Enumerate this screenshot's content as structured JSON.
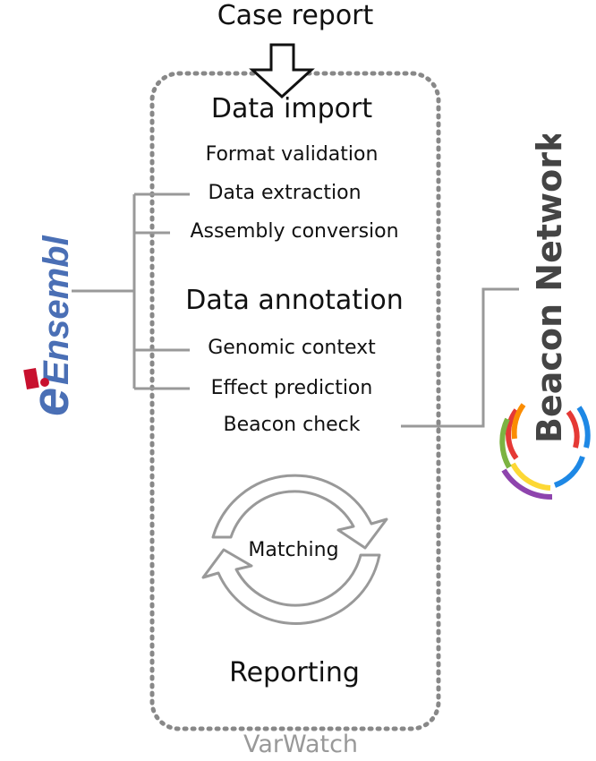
{
  "title": "Case report",
  "system_name": "VarWatch",
  "sections": {
    "import": {
      "title": "Data import",
      "steps": [
        "Format validation",
        "Data extraction",
        "Assembly conversion"
      ]
    },
    "annotation": {
      "title": "Data annotation",
      "steps": [
        "Genomic context",
        "Effect prediction",
        "Beacon check"
      ]
    },
    "matching": "Matching",
    "reporting": "Reporting"
  },
  "logos": {
    "ensembl": "Ensembl",
    "beacon": "Beacon Network"
  },
  "colors": {
    "box_border": "#888888",
    "connector": "#999999",
    "ensembl_blue": "#4a6fb5",
    "ensembl_red": "#c8102e",
    "beacon_text": "#444444",
    "beacon_arc_colors": [
      "#e53935",
      "#fb8c00",
      "#fdd835",
      "#7cb342",
      "#1e88e5",
      "#8e44ad"
    ]
  }
}
